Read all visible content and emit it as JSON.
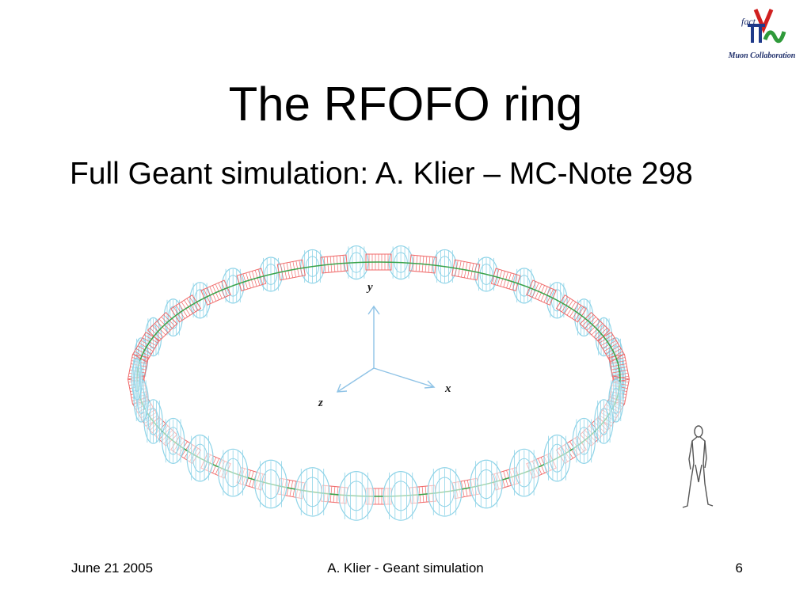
{
  "slide": {
    "title": "The RFOFO ring",
    "subtitle": "Full Geant simulation: A. Klier – MC-Note 298"
  },
  "logo": {
    "caption": "Muon Collaboration",
    "fact_text": "fact",
    "icon": "nufact-logo"
  },
  "diagram": {
    "axes": {
      "x": "x",
      "y": "y",
      "z": "z"
    },
    "colors": {
      "coils": "#8fd4e8",
      "rf_cavities": "#f06a6a",
      "orbit": "#3aa34a",
      "axes": "#8fc3e6"
    },
    "coil_count": 34
  },
  "footer": {
    "date": "June 21 2005",
    "center": "A. Klier - Geant simulation",
    "page": "6"
  }
}
